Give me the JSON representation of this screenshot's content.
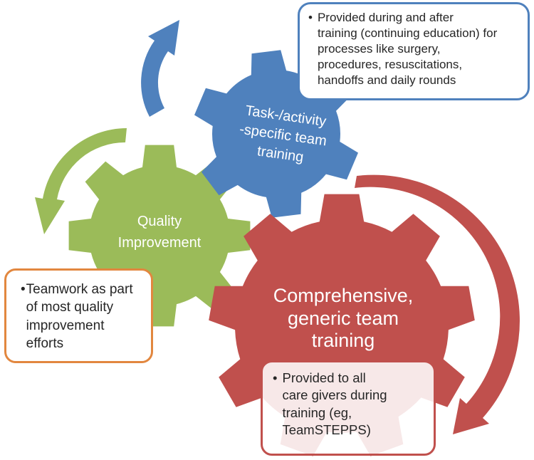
{
  "gears": {
    "task": {
      "label": "Task-/activity\n-specific team\ntraining"
    },
    "quality": {
      "label": "Quality\nImprovement"
    },
    "comprehensive": {
      "label": "Comprehensive,\ngeneric team\ntraining"
    }
  },
  "callouts": {
    "task_note": {
      "bullet": "•",
      "text": "Provided during and after\ntraining (continuing education) for\nprocesses like surgery,\nprocedures, resuscitations,\nhandoffs and daily rounds"
    },
    "quality_note": {
      "bullet": "•",
      "text": "Teamwork as part\nof most quality\nimprovement\nefforts"
    },
    "comprehensive_note": {
      "bullet": "•",
      "text": "Provided to all\ncare givers during\ntraining (eg,\nTeamSTEPPS)"
    }
  },
  "colors": {
    "blue": "#4f81bd",
    "green": "#9bbb59",
    "red": "#c0504d",
    "orange_border": "#e2873f",
    "gear_text": "#ffffff",
    "note_text": "#262626",
    "background": "#ffffff"
  }
}
